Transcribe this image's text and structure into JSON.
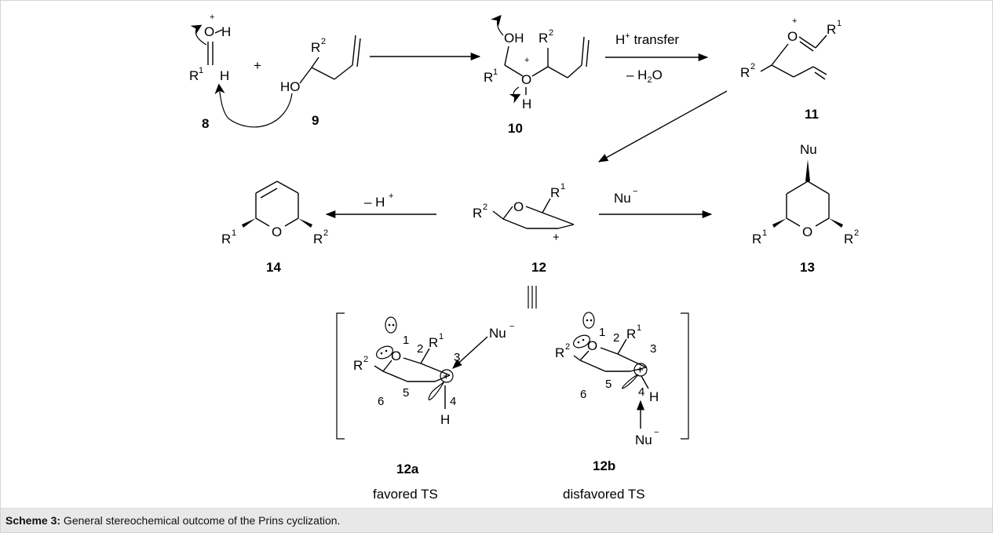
{
  "scheme": {
    "compounds": {
      "c8": "8",
      "c9": "9",
      "c10": "10",
      "c11": "11",
      "c12": "12",
      "c13": "13",
      "c14": "14",
      "c12a": "12a",
      "c12b": "12b"
    },
    "atoms": {
      "O": "O",
      "H": "H",
      "OH": "OH",
      "HO": "HO",
      "R": "R",
      "sup1": "1",
      "sup2": "2",
      "plus": "+",
      "minus": "−",
      "Nu": "Nu"
    },
    "arrows": {
      "h_transfer": "H",
      "h_transfer_suffix": " transfer",
      "minus_h2o": "– H",
      "h2o_sub": "2",
      "h2o_o": "O",
      "minus_h": "– H"
    },
    "ring_positions": [
      "1",
      "2",
      "3",
      "4",
      "5",
      "6"
    ],
    "ts_labels": {
      "favored": "favored TS",
      "disfavored": "disfavored TS"
    }
  },
  "caption": {
    "label": "Scheme 3:",
    "text": " General stereochemical outcome of the Prins cyclization."
  }
}
